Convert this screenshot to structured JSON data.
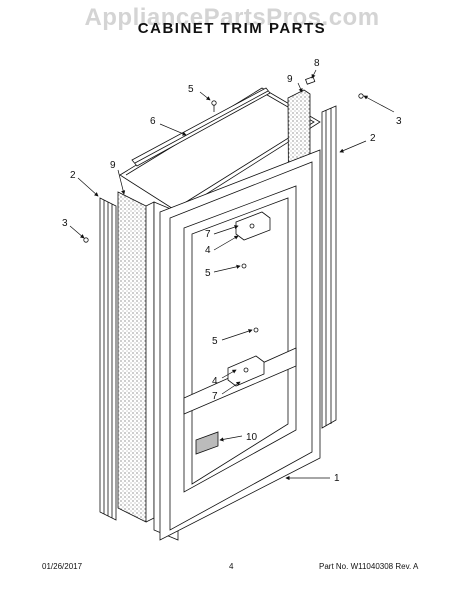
{
  "watermark": "AppliancePartsPros.com",
  "title": "CABINET TRIM PARTS",
  "callouts": {
    "c1": "1",
    "c2_left": "2",
    "c2_right": "2",
    "c3_left": "3",
    "c3_right": "3",
    "c4_upper": "4",
    "c4_lower": "4",
    "c5_top": "5",
    "c5_upper": "5",
    "c5_lower": "5",
    "c6": "6",
    "c7_upper": "7",
    "c7_lower": "7",
    "c8": "8",
    "c9_left": "9",
    "c9_right": "9",
    "c10": "10"
  },
  "footer": {
    "date": "01/26/2017",
    "page": "4",
    "part_rev": "Part No. W11040308  Rev. A"
  }
}
